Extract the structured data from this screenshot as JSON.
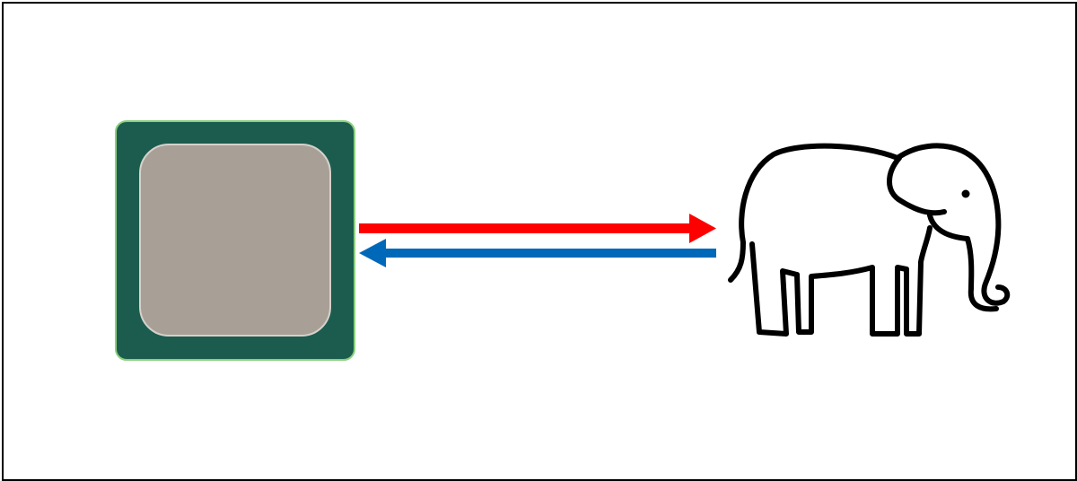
{
  "diagram": {
    "nodes": [
      {
        "id": "chip",
        "icon": "cpu-chip-icon"
      },
      {
        "id": "elephant",
        "icon": "elephant-icon"
      }
    ],
    "edges": [
      {
        "from": "chip",
        "to": "elephant",
        "color": "#ff0000"
      },
      {
        "from": "elephant",
        "to": "chip",
        "color": "#0068b8"
      }
    ]
  },
  "colors": {
    "chip_outer": "#1b5c4e",
    "chip_outer_border": "#8ccf7e",
    "chip_inner": "#a8a096",
    "chip_inner_border": "#d6d1cb",
    "elephant_stroke": "#000000",
    "frame": "#000000"
  }
}
